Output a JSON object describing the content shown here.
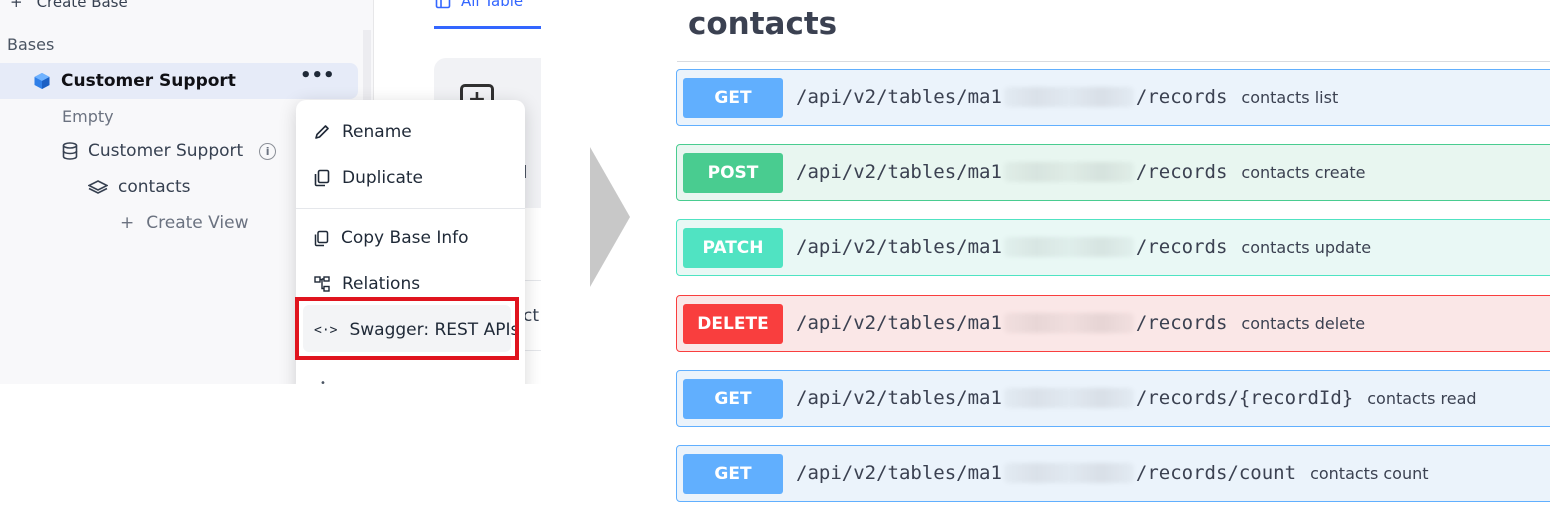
{
  "sidebar": {
    "create_base": "Create Base",
    "bases_label": "Bases",
    "base": {
      "name": "Customer Support",
      "more": "•••",
      "empty_label": "Empty",
      "source_label": "Customer Support",
      "table_label": "contacts",
      "create_view": "Create View"
    }
  },
  "main": {
    "tab_all_tables": "All Table",
    "card_fragment": "bl",
    "row_fragment": "ct"
  },
  "context_menu": {
    "items": [
      {
        "label": "Rename",
        "icon": "pencil-icon"
      },
      {
        "label": "Duplicate",
        "icon": "copy-icon"
      },
      {
        "label": "Copy Base Info",
        "icon": "clipboard-icon"
      },
      {
        "label": "Relations",
        "icon": "relations-icon"
      },
      {
        "label": "Swagger: REST APIs",
        "icon": "code-icon"
      }
    ],
    "highlighted": "Swagger: REST APIs"
  },
  "swagger": {
    "title": "contacts",
    "path_prefix": "/api/v2/tables/ma1",
    "operations": [
      {
        "method": "GET",
        "suffix": "/records",
        "summary": "contacts list",
        "color": "#61affe"
      },
      {
        "method": "POST",
        "suffix": "/records",
        "summary": "contacts create",
        "color": "#49cc90"
      },
      {
        "method": "PATCH",
        "suffix": "/records",
        "summary": "contacts update",
        "color": "#50e3c2"
      },
      {
        "method": "DELETE",
        "suffix": "/records",
        "summary": "contacts delete",
        "color": "#f93e3e"
      },
      {
        "method": "GET",
        "suffix": "/records/{recordId}",
        "summary": "contacts read",
        "color": "#61affe"
      },
      {
        "method": "GET",
        "suffix": "/records/count",
        "summary": "contacts count",
        "color": "#61affe"
      }
    ]
  },
  "colors": {
    "accent_blue": "#3366ff",
    "highlight_border": "#e0141e",
    "base_row_bg": "#e6ebf8"
  }
}
